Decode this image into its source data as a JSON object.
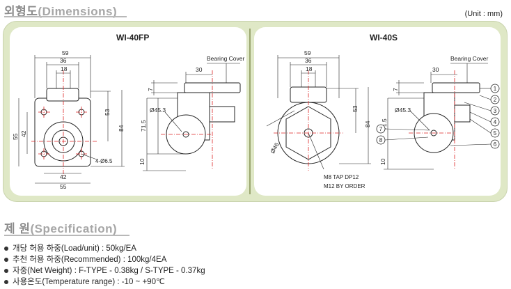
{
  "dimensions": {
    "title_ko": "외형도",
    "title_en": "(Dimensions)",
    "unit": "(Unit : mm)"
  },
  "left_drawing": {
    "model": "WI-40FP",
    "dims": {
      "top_overall": "59",
      "top_mid": "36",
      "top_small": "18",
      "h_53": "53",
      "h_84": "84",
      "w_55": "55",
      "w_42": "42",
      "bottom_42": "42",
      "bottom_55": "55",
      "hole": "4-Ø6.5",
      "side_30": "30",
      "side_7": "7",
      "wheel_dia": "Ø45.3",
      "side_71_5": "71.5",
      "side_10": "10"
    },
    "bearing_cover": "Bearing Cover"
  },
  "right_drawing": {
    "model": "WI-40S",
    "dims": {
      "top_overall": "59",
      "top_mid": "36",
      "top_small": "18",
      "h_53": "53",
      "h_84": "84",
      "dia_46": "Ø46",
      "side_30": "30",
      "side_7": "7",
      "wheel_dia": "Ø45.3",
      "side_71_5": "71.5",
      "side_10": "10"
    },
    "bearing_cover": "Bearing Cover",
    "tap_note_1": "M8 TAP DP12",
    "tap_note_2": "M12 BY ORDER",
    "callouts": [
      "1",
      "2",
      "3",
      "4",
      "5",
      "6",
      "7",
      "8"
    ]
  },
  "specification": {
    "title_ko": "제 원",
    "title_en": "(Specification)",
    "items": [
      "개당 허용 하중(Load/unit) : 50kg/EA",
      "추천 허용 하중(Recommended) : 100kg/4EA",
      "자중(Net Weight) : F-TYPE - 0.38kg / S-TYPE - 0.37kg",
      "사용온도(Temperature range) : -10 ~ +90℃"
    ]
  }
}
